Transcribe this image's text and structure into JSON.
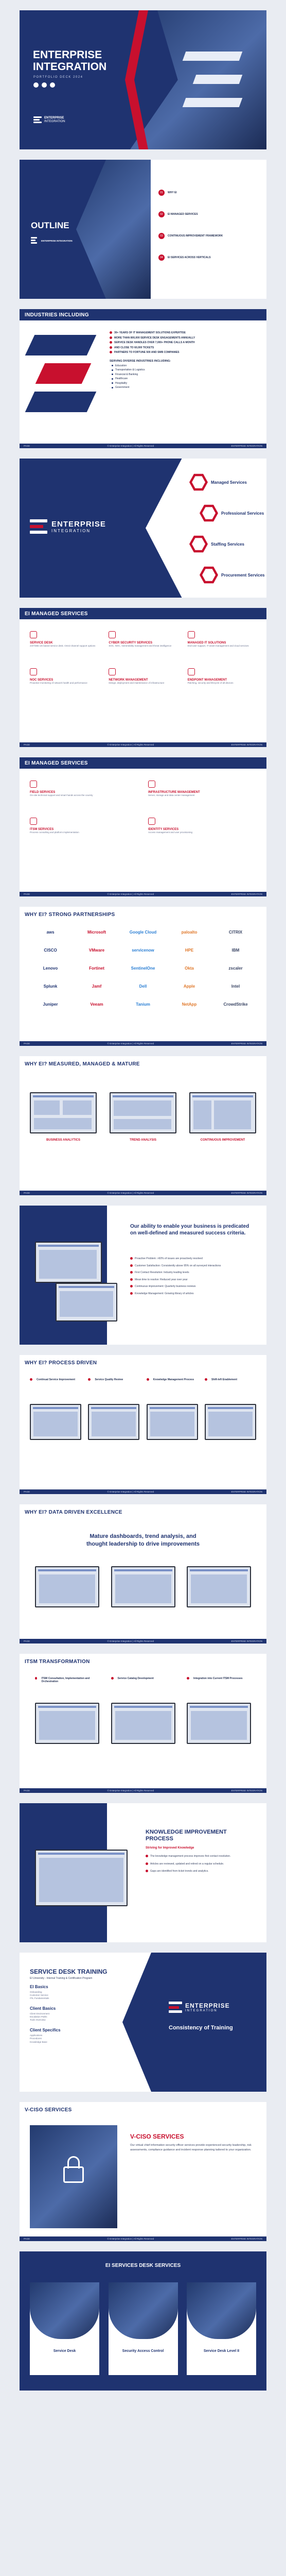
{
  "cover": {
    "title_line1": "ENTERPRISE",
    "title_line2": "INTEGRATION",
    "subtitle": "PORTFOLIO DECK 2024",
    "brand_line1": "ENTERPRISE",
    "brand_line2": "INTEGRATION"
  },
  "outline": {
    "title": "OUTLINE",
    "items": [
      "Why EI",
      "EI Managed Services",
      "Continuous Improvement Framework",
      "EI Services Across Verticals"
    ],
    "brand": "ENTERPRISE INTEGRATION"
  },
  "industries": {
    "title": "INDUSTRIES INCLUDING",
    "bullets": [
      "30+ years of IT Management Solutions Expertise",
      "More than 800,000 service desk engagements annually",
      "Service Desk Handles over 7,000+ phone calls a month",
      "And close to 60,000 tickets",
      "Partners to Fortune 500 and SMB Companies"
    ],
    "subhead": "Serving Diverse Industries Including:",
    "list": [
      "Education",
      "Transportation & Logistics",
      "Financial & Banking",
      "Healthcare",
      "Hospitality",
      "Government"
    ]
  },
  "services_menu": {
    "brand_line1": "ENTERPRISE",
    "brand_line2": "INTEGRATION",
    "items": [
      "Managed Services",
      "Professional Services",
      "Staffing Services",
      "Procurement Services"
    ]
  },
  "managed1": {
    "title": "EI MANAGED SERVICES",
    "cards": [
      {
        "head": "Service Desk",
        "text": "24/7/365 US based service desk. Omni-channel support options"
      },
      {
        "head": "Cyber Security Services",
        "text": "SOC, NOC, Vulnerability management and threat intelligence"
      },
      {
        "head": "Managed IT Solutions",
        "text": "End-user support, IT asset management and cloud services"
      },
      {
        "head": "NOC Services",
        "text": "Proactive monitoring of network health and performance"
      },
      {
        "head": "Network Management",
        "text": "Design, deployment and maintenance of infrastructure"
      },
      {
        "head": "Endpoint Management",
        "text": "Patching, security and lifecycle of all devices"
      }
    ]
  },
  "managed2": {
    "title": "EI MANAGED SERVICES",
    "cards": [
      {
        "head": "Field Services",
        "text": "On-site technical support and smart hands across the country"
      },
      {
        "head": "Infrastructure Management",
        "text": "Server, storage and data center management"
      },
      {
        "head": "ITSM Services",
        "text": "Process consulting and platform implementation"
      },
      {
        "head": "Identity Services",
        "text": "Access management and user provisioning"
      }
    ]
  },
  "partners": {
    "title": "WHY EI? STRONG PARTNERSHIPS",
    "logos": [
      "aws",
      "Microsoft",
      "Google Cloud",
      "paloalto",
      "CITRIX",
      "CISCO",
      "VMware",
      "servicenow",
      "HPE",
      "IBM",
      "Lenovo",
      "Fortinet",
      "SentinelOne",
      "Okta",
      "zscaler",
      "Splunk",
      "Jamf",
      "Dell",
      "Apple",
      "Intel",
      "Juniper",
      "Veeam",
      "Tanium",
      "NetApp",
      "CrowdStrike"
    ]
  },
  "measured": {
    "title": "WHY EI? MEASURED, MANAGED & MATURE",
    "labels": [
      "BUSINESS ANALYTICS",
      "TREND ANALYSIS",
      "CONTINUOUS IMPROVEMENT"
    ]
  },
  "ability": {
    "headline": "Our ability to enable your business is predicated on well-defined and measured success criteria.",
    "points": [
      "Proactive Problem: >60% of issues are proactively resolved",
      "Customer Satisfaction: Consistently above 95% on all surveyed interactions",
      "First Contact Resolution: Industry leading levels",
      "Mean time to resolve: Reduced year over year",
      "Continuous improvement: Quarterly business reviews",
      "Knowledge Management: Growing library of articles"
    ]
  },
  "process": {
    "title": "WHY EI? PROCESS DRIVEN",
    "steps": [
      "Continual Service Improvement",
      "Service Quality Review",
      "Knowledge Management Process",
      "Shift-left Enablement"
    ]
  },
  "data_driven": {
    "title": "WHY EI? DATA DRIVEN EXCELLENCE",
    "headline_line1": "Mature dashboards, trend analysis, and",
    "headline_line2": "thought leadership to drive improvements"
  },
  "itsm": {
    "title": "ITSM TRANSFORMATION",
    "steps": [
      "ITSM Consultation, Implementation and Orchestration",
      "Service Catalog Development",
      "Integration into Current ITSM Processes"
    ]
  },
  "knowledge": {
    "title_line1": "KNOWLEDGE IMPROVEMENT",
    "title_line2": "PROCESS",
    "subtitle": "Striving for Improved Knowledge",
    "points": [
      "The knowledge management process improves first contact resolution.",
      "Articles are reviewed, updated and retired on a regular schedule.",
      "Gaps are identified from ticket trends and analytics."
    ]
  },
  "training": {
    "title": "SERVICE DESK TRAINING",
    "subtitle": "EI University - Internal Training & Certification Program",
    "sections": [
      {
        "head": "EI Basics",
        "items": [
          "Onboarding",
          "Customer Service",
          "ITIL Fundamentals"
        ]
      },
      {
        "head": "Client Basics",
        "items": [
          "Client Environment",
          "Escalation Paths",
          "Tools Overview"
        ]
      },
      {
        "head": "Client Specifics",
        "items": [
          "Applications",
          "Procedures",
          "Knowledge Base"
        ]
      }
    ],
    "brand_line1": "ENTERPRISE",
    "brand_line2": "INTEGRATION",
    "tagline": "Consistency of Training"
  },
  "vciso": {
    "band": "V-CISO SERVICES",
    "title": "V-CISO SERVICES",
    "text": "Our virtual chief information security officer services provide experienced security leadership, risk assessments, compliance guidance and incident response planning tailored to your organization."
  },
  "desk": {
    "title": "EI SERVICES DESK SERVICES",
    "cards": [
      "Service Desk",
      "Security Access Control",
      "Service Desk Level II"
    ]
  },
  "footer": {
    "left": "PAGE",
    "center": "© Enterprise Integration | All Rights Reserved",
    "right": "ENTERPRISE INTEGRATION"
  },
  "colors": {
    "navy": "#1f3370",
    "red": "#c8102e"
  }
}
